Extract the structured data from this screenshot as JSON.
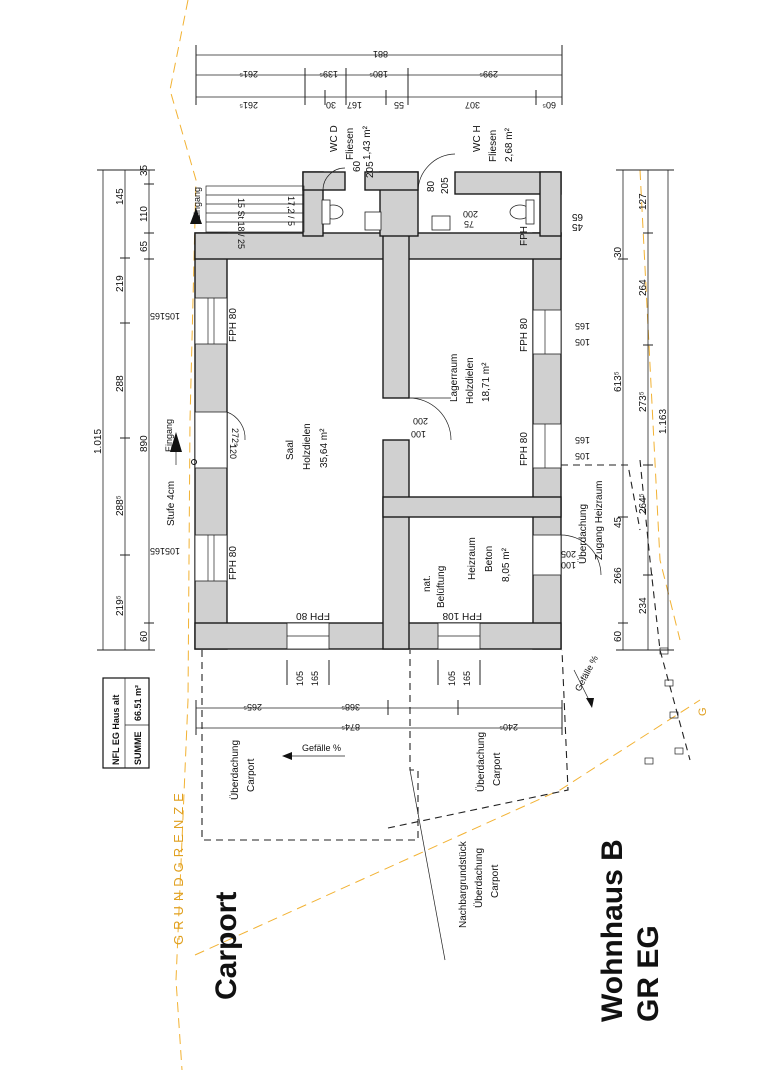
{
  "titles": {
    "carport": "Carport",
    "wohnhaus": "Wohnhaus B",
    "gr_eg": "GR EG",
    "grundgrenze": "GRUNDGRENZE",
    "g_marker": "G"
  },
  "summary_box": {
    "title": "NFL EG Haus alt",
    "sum_label": "SUMME",
    "sum_value": "66.51 m²"
  },
  "rooms": {
    "saal": {
      "name": "Saal",
      "floor": "Holzdielen",
      "area": "35,64 m²"
    },
    "lagerraum": {
      "name": "Lagerraum",
      "floor": "Holzdielen",
      "area": "18,71 m²"
    },
    "heizraum": {
      "name": "Heizraum",
      "floor": "Beton",
      "area": "8,05 m²"
    },
    "wc_d": {
      "name": "WC D",
      "floor": "Fliesen",
      "area": "1,43 m²"
    },
    "wc_h": {
      "name": "WC H",
      "floor": "Fliesen",
      "area": "2,68 m²"
    }
  },
  "labels": {
    "fph80": "FPH 80",
    "fph108": "FPH 108",
    "fph_short": "FPH",
    "eingang": "Eingang",
    "stufe": "Stufe 4cm",
    "nat": "nat.",
    "belueftung": "Belüftung",
    "ueberdachung": "Überdachung",
    "carport": "Carport",
    "zugang_heizraum": "Zugang Heizraum",
    "nachbar1": "Nachbargrundstück",
    "nachbar2": "Überdachung",
    "nachbar3": "Carport",
    "gefaelle": "Gefälle %",
    "stairs": "15 St 18 / 25",
    "stairs2": "17,2 / 5"
  },
  "dimensions": {
    "top_total": "881",
    "top_row2": [
      "261⁵",
      "139⁵",
      "180⁵",
      "299⁵"
    ],
    "top_row3": [
      "261⁵",
      "30",
      "167",
      "55",
      "307",
      "60⁵"
    ],
    "left_total": "1.015",
    "left_row2": [
      "145",
      "219",
      "288",
      "288⁵",
      "219⁵"
    ],
    "left_row3": [
      "35",
      "110",
      "65",
      "890",
      "60"
    ],
    "left_windows": [
      "165",
      "105",
      "165",
      "105"
    ],
    "left_door": [
      "272⁵",
      "120"
    ],
    "right_total": "1.163",
    "right_row2": [
      "127",
      "264",
      "273⁵",
      "264⁵",
      "234"
    ],
    "right_row3": [
      "45",
      "65",
      "30",
      "613⁵",
      "45",
      "266",
      "60"
    ],
    "right_windows": [
      "165",
      "105",
      "165",
      "105"
    ],
    "bottom_rows": [
      "265⁵",
      "368⁵",
      "240⁵",
      "874⁵"
    ],
    "bottom_windows": [
      "105",
      "165",
      "105",
      "165"
    ],
    "wc_d_dims": [
      "60",
      "205"
    ],
    "wc_h_dims": [
      "80",
      "205",
      "75",
      "200"
    ],
    "door_saal": [
      "200",
      "100"
    ],
    "door_heiz": [
      "205",
      "100"
    ]
  }
}
